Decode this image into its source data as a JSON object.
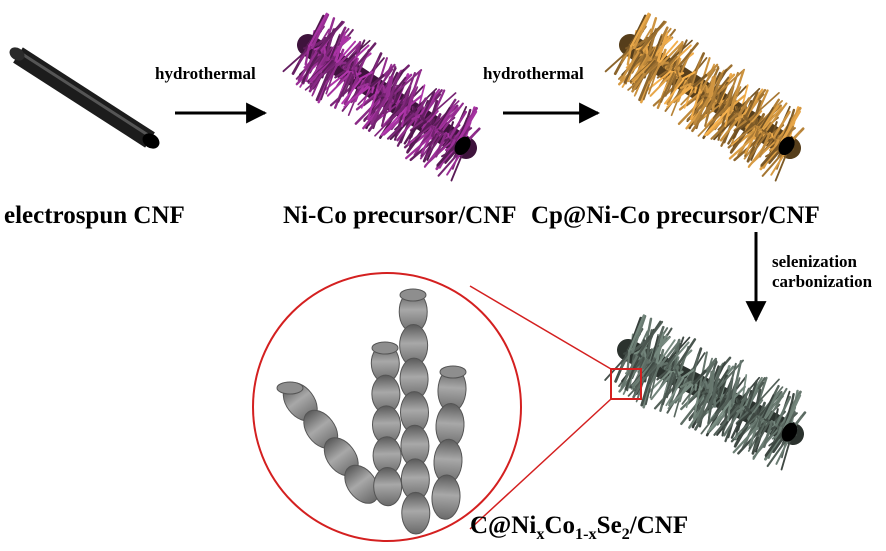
{
  "labels": {
    "cnf": "electrospun CNF",
    "nico": "Ni-Co precursor/CNF",
    "cp": "Cp@Ni-Co precursor/CNF",
    "final_prefix": "C@Ni",
    "final_x": "x",
    "final_co": "Co",
    "final_1mx": "1-x",
    "final_se": "Se",
    "final_2": "2",
    "final_suffix": "/CNF"
  },
  "steps": {
    "step1": "hydrothermal",
    "step2": "hydrothermal",
    "step3_line1": "selenization",
    "step3_line2": "carbonization"
  },
  "colors": {
    "cnf_rod": "#1c1c1c",
    "nico_needles": "#8a2a86",
    "cp_needles": "#c08a3c",
    "final_needles": "#5f6e66",
    "zoom_highlight": "#d42020",
    "nanorod": "#8a8a8a"
  }
}
